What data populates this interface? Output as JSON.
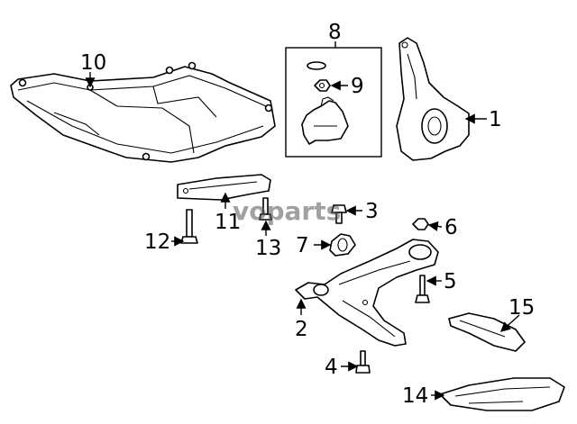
{
  "watermark": "voparts",
  "callouts": {
    "c1": "1",
    "c2": "2",
    "c3": "3",
    "c4": "4",
    "c5": "5",
    "c6": "6",
    "c7": "7",
    "c8": "8",
    "c9": "9",
    "c10": "10",
    "c11": "11",
    "c12": "12",
    "c13": "13",
    "c14": "14",
    "c15": "15"
  }
}
